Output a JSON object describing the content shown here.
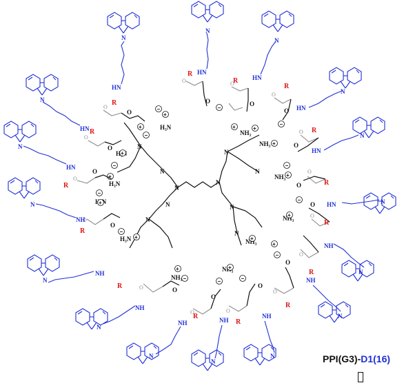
{
  "caption": {
    "part1": "PPI(G3)-",
    "part2": "D1(16)"
  },
  "labels": {
    "N": "N",
    "NH": "NH",
    "HN": "HN",
    "O": "O",
    "R": "R",
    "NH3": "NH₃",
    "H3N": "H₃N",
    "plus": "+",
    "minus": "−"
  },
  "colors": {
    "backbone": "#111111",
    "carbazole": "#1f2fd6",
    "ester": "#8c8c8c",
    "r_group": "#e01414"
  },
  "dendrimer": {
    "generation": "G3",
    "core": "PPI",
    "peripheral_units": 16
  }
}
